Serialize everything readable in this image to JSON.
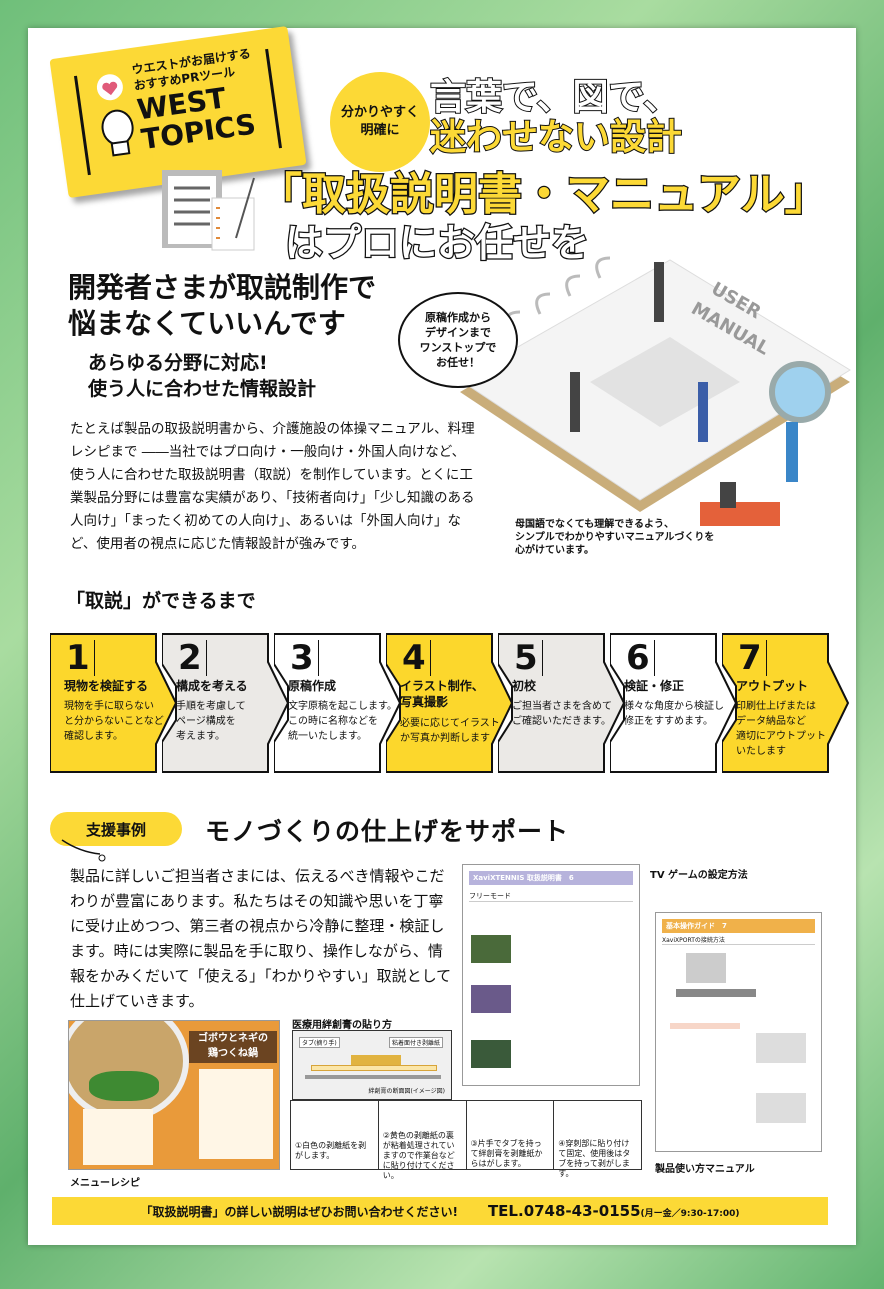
{
  "ticket": {
    "subtitle_line1": "ウエストがお届けする",
    "subtitle_line2": "おすすめPRツール",
    "logo_line1": "WEST",
    "logo_line2": "TOPICS"
  },
  "badge": {
    "line1": "分かりやすく",
    "line2": "明確に"
  },
  "headline": {
    "line1": "言葉で、図で、",
    "line2": "迷わせない設計",
    "line3": "「取扱説明書・マニュアル」",
    "line4": "はプロにお任せを"
  },
  "intro": {
    "heading_line1": "開発者さまが取説制作で",
    "heading_line2": "悩まなくていいんです",
    "sub_line1": "あらゆる分野に対応!",
    "sub_line2": "使う人に合わせた情報設計",
    "body": "たとえば製品の取扱説明書から、介護施設の体操マニュアル、料理レシピまで ――当社ではプロ向け・一般向け・外国人向けなど、使う人に合わせた取扱説明書（取説）を制作しています。とくに工業製品分野には豊富な実績があり、「技術者向け」「少し知識のある人向け」「まったく初めての人向け」、あるいは「外国人向け」など、使用者の視点に応じた情報設計が強みです。"
  },
  "illustration": {
    "manual_label_line1": "USER",
    "manual_label_line2": "MANUAL",
    "bubble": [
      "原稿作成から",
      "デザインまで",
      "ワンストップで",
      "お任せ！"
    ],
    "caption": [
      "母国語でなくても理解できるよう、",
      "シンプルでわかりやすいマニュアルづくりを",
      "心がけています。"
    ]
  },
  "process": {
    "title": "「取説」ができるまで",
    "steps": [
      {
        "num": "1",
        "title": [
          "現物を検証する"
        ],
        "desc": [
          "現物を手に取らない",
          "と分からないことなど",
          "確認します。"
        ],
        "color": "#fcd72c"
      },
      {
        "num": "2",
        "title": [
          "構成を考える"
        ],
        "desc": [
          "手順を考慮して",
          "ページ構成を",
          "考えます。"
        ],
        "color": "#ebe9e6"
      },
      {
        "num": "3",
        "title": [
          "原稿作成"
        ],
        "desc": [
          "文字原稿を起こします。",
          "この時に名称などを",
          "統一いたします。"
        ],
        "color": "#ffffff"
      },
      {
        "num": "4",
        "title": [
          "イラスト制作、",
          "写真撮影"
        ],
        "desc": [
          "必要に応じてイラスト",
          "か写真か判断します"
        ],
        "color": "#fcd72c"
      },
      {
        "num": "5",
        "title": [
          "初校"
        ],
        "desc": [
          "ご担当者さまを含めて",
          "ご確認いただきます。"
        ],
        "color": "#ebe9e6"
      },
      {
        "num": "6",
        "title": [
          "検証・修正"
        ],
        "desc": [
          "様々な角度から検証し",
          "修正をすすめます。"
        ],
        "color": "#ffffff"
      },
      {
        "num": "7",
        "title": [
          "アウトプット"
        ],
        "desc": [
          "印刷仕上げまたは",
          "データ納品など",
          "適切にアウトプット",
          "いたします"
        ],
        "color": "#fcd72c"
      }
    ]
  },
  "support": {
    "pill": "支援事例",
    "title": "モノづくりの仕上げをサポート",
    "body": "製品に詳しいご担当者さまには、伝えるべき情報やこだわりが豊富にあります。私たちはその知識や思いを丁寧に受け止めつつ、第三者の視点から冷静に整理・検証します。時には実際に製品を手に取り、操作しながら、情報をかみくだいて「使える」「わかりやすい」取説として仕上げていきます。"
  },
  "samples": {
    "recipe": {
      "title_line1": "ゴボウとネギの",
      "title_line2": "鶏つくね鍋",
      "caption": "メニューレシピ"
    },
    "bandage": {
      "title": "医療用絆創膏の貼り方",
      "label_tab": "タブ(摘り手)",
      "label_sheet": "粘着面付き剥離紙",
      "label_diagram": "絆創膏の断面図(イメージ図)",
      "steps": [
        "①白色の剥離紙を剥がします。",
        "②黄色の剥離紙の裏が粘着処理されていますので作業台などに貼り付けてください。",
        "③片手でタブを持って絆創膏を剥離紙からはがします。",
        "④穿刺部に貼り付けて固定、使用後はタブを持って剥がします。"
      ]
    },
    "tennis": {
      "header": "XaviXTENNIS 取扱説明書　6",
      "section": "フリーモード"
    },
    "tv": {
      "title": "TV ゲームの設定方法",
      "header": "基本操作ガイド　7",
      "sub": "XaviXPORTの接続方法",
      "caption": "製品使い方マニュアル"
    }
  },
  "footer": {
    "message": "「取扱説明書」の詳しい説明はぜひお問い合わせください!",
    "tel": "TEL.0748-43-0155",
    "hours": "(月ー金／9:30-17:00)"
  },
  "colors": {
    "accent_yellow": "#fcd936",
    "background_green": "#6fbf7a"
  }
}
